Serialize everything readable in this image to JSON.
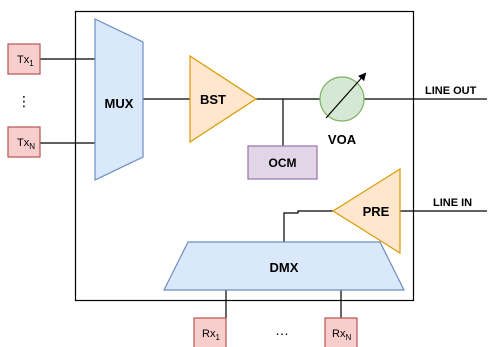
{
  "colors": {
    "line": "#000000",
    "io_fill": "#f8cecc",
    "io_stroke": "#b85450",
    "mux_fill": "#dae8fc",
    "mux_stroke": "#6c8ebf",
    "amp_fill": "#ffe6cc",
    "amp_stroke": "#d79b00",
    "ocm_fill": "#e1d5e7",
    "ocm_stroke": "#9673a6",
    "voa_fill": "#d5e8d4",
    "voa_stroke": "#82b366"
  },
  "transmitters": {
    "first": {
      "base": "Tx",
      "sub": "1"
    },
    "last": {
      "base": "Tx",
      "sub": "N"
    },
    "ellipsis": "⋮"
  },
  "receivers": {
    "first": {
      "base": "Rx",
      "sub": "1"
    },
    "last": {
      "base": "Rx",
      "sub": "N"
    },
    "ellipsis": "…"
  },
  "blocks": {
    "mux": "MUX",
    "booster": "BST",
    "voa": "VOA",
    "ocm": "OCM",
    "preamp": "PRE",
    "demux": "DMX"
  },
  "ports": {
    "line_out": "LINE OUT",
    "line_in": "LINE IN"
  }
}
